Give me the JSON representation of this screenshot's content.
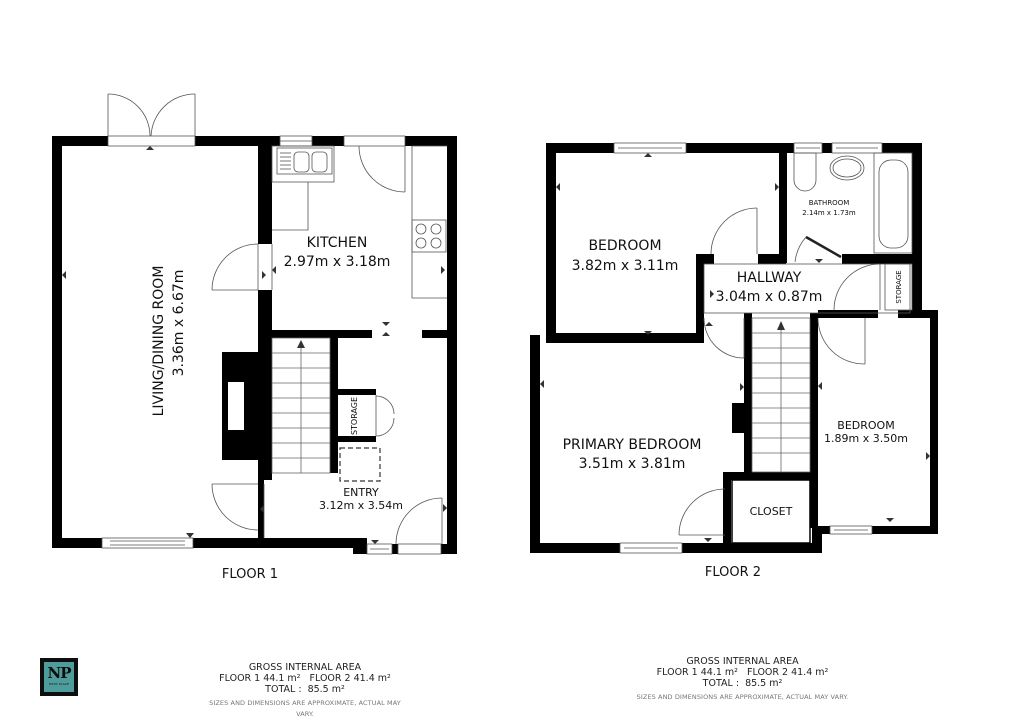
{
  "floor1": {
    "title": "FLOOR 1",
    "rooms": {
      "living": {
        "name": "LIVING/DINING ROOM",
        "dims": "3.36m x 6.67m"
      },
      "kitchen": {
        "name": "KITCHEN",
        "dims": "2.97m x 3.18m"
      },
      "entry": {
        "name": "ENTRY",
        "dims": "3.12m x 3.54m"
      },
      "storage": {
        "name": "STORAGE"
      }
    }
  },
  "floor2": {
    "title": "FLOOR 2",
    "rooms": {
      "bedroom1": {
        "name": "BEDROOM",
        "dims": "3.82m x 3.11m"
      },
      "bathroom": {
        "name": "BATHROOM",
        "dims": "2.14m x 1.73m"
      },
      "hallway": {
        "name": "HALLWAY",
        "dims": "3.04m x 0.87m"
      },
      "storage": {
        "name": "STORAGE"
      },
      "primary": {
        "name": "PRIMARY BEDROOM",
        "dims": "3.51m x 3.81m"
      },
      "bedroom2": {
        "name": "BEDROOM",
        "dims": "1.89m x 3.50m"
      },
      "closet": {
        "name": "CLOSET"
      }
    }
  },
  "area_left": {
    "heading": "GROSS INTERNAL AREA",
    "floors": "FLOOR 1 44.1 m²   FLOOR 2 41.4 m²",
    "total": "TOTAL :  85.5 m²",
    "note": "SIZES AND DIMENSIONS ARE APPROXIMATE, ACTUAL MAY VARY."
  },
  "area_right": {
    "heading": "GROSS INTERNAL AREA",
    "floors": "FLOOR 1 44.1 m²   FLOOR 2 41.4 m²",
    "total": "TOTAL :  85.5 m²",
    "note": "SIZES AND DIMENSIONS ARE APPROXIMATE, ACTUAL MAY VARY."
  },
  "logo": {
    "initials": "NP",
    "name": "NEST PLACE",
    "bg": "#0e0e0e",
    "accent": "#4f9c9c"
  }
}
